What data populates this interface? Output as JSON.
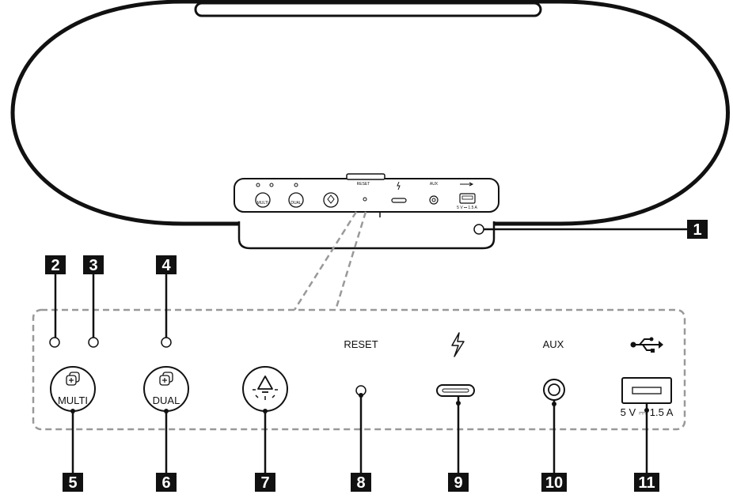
{
  "callouts": [
    "1",
    "2",
    "3",
    "4",
    "5",
    "6",
    "7",
    "8",
    "9",
    "10",
    "11"
  ],
  "ports": {
    "reset_label": "RESET",
    "aux_label": "AUX",
    "usb_rating": "5 V ⎓ 1.5 A",
    "multi_label": "MULTI",
    "dual_label": "DUAL"
  },
  "icons": {
    "charge": "lightning-bolt-icon",
    "usb": "usb-trident-icon",
    "light": "bulb-icon"
  }
}
